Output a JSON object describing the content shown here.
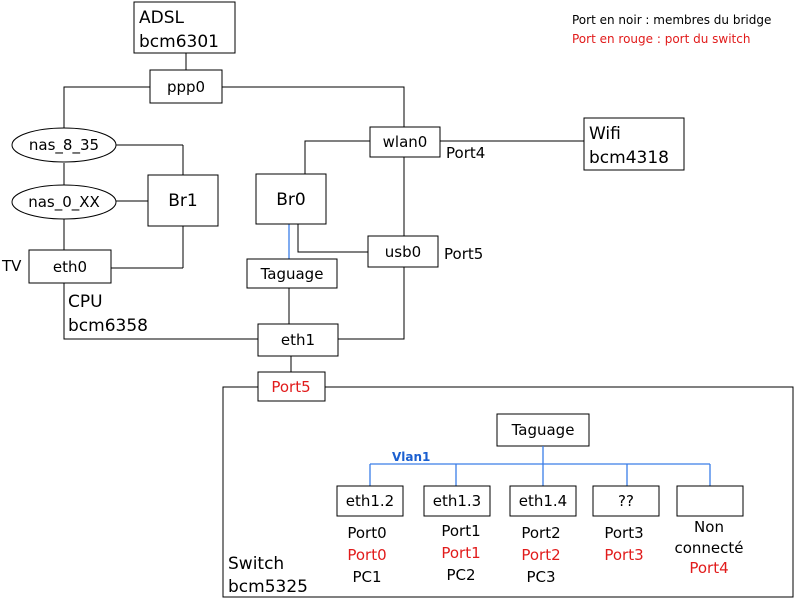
{
  "legend": {
    "black": "Port en noir : membres du bridge",
    "red": "Port en rouge : port du switch"
  },
  "adsl": {
    "line1": "ADSL",
    "line2": "bcm6301"
  },
  "ppp0": "ppp0",
  "nas_8_35": "nas_8_35",
  "nas_0_xx": "nas_0_XX",
  "br1": "Br1",
  "br0": "Br0",
  "tv": "TV",
  "eth0": "eth0",
  "cpu": {
    "line1": "CPU",
    "line2": "bcm6358"
  },
  "wlan0": "wlan0",
  "port4_label": "Port4",
  "wifi": {
    "line1": "Wifi",
    "line2": "bcm4318"
  },
  "usb0": "usb0",
  "port5_label": "Port5",
  "taguage_top": "Taguage",
  "eth1": "eth1",
  "switch_port5": "Port5",
  "switch": {
    "line1": "Switch",
    "line2": "bcm5325"
  },
  "taguage_switch": "Taguage",
  "vlan": "Vlan1",
  "ports": [
    {
      "box": "eth1.2",
      "bridge": "Port0",
      "switch": "Port0",
      "device": "PC1"
    },
    {
      "box": "eth1.3",
      "bridge": "Port1",
      "switch": "Port1",
      "device": "PC2"
    },
    {
      "box": "eth1.4",
      "bridge": "Port2",
      "switch": "Port2",
      "device": "PC3"
    },
    {
      "box": "??",
      "bridge": "Port3",
      "switch": "Port3",
      "device": ""
    },
    {
      "box": "",
      "bridge": "Non",
      "bridge2": "connecté",
      "switch": "Port4",
      "device": ""
    }
  ]
}
